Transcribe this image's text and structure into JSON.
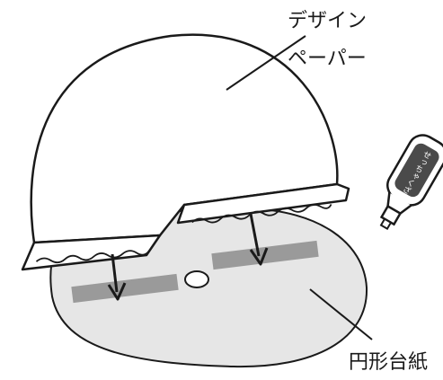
{
  "labels": {
    "design_paper_line1": "デザイン",
    "design_paper_line2": "ペーパー",
    "round_base": "円形台紙",
    "glue_tube": "せっちゃくざい"
  },
  "colors": {
    "outline": "#1a1a1a",
    "base_fill": "#e6e6e6",
    "glue_strip": "#9a9a9a",
    "tube_label_bg": "#4a4a4a",
    "tube_text": "#ffffff"
  },
  "icons": [
    "glue-tube-icon",
    "down-arrow-icon"
  ]
}
